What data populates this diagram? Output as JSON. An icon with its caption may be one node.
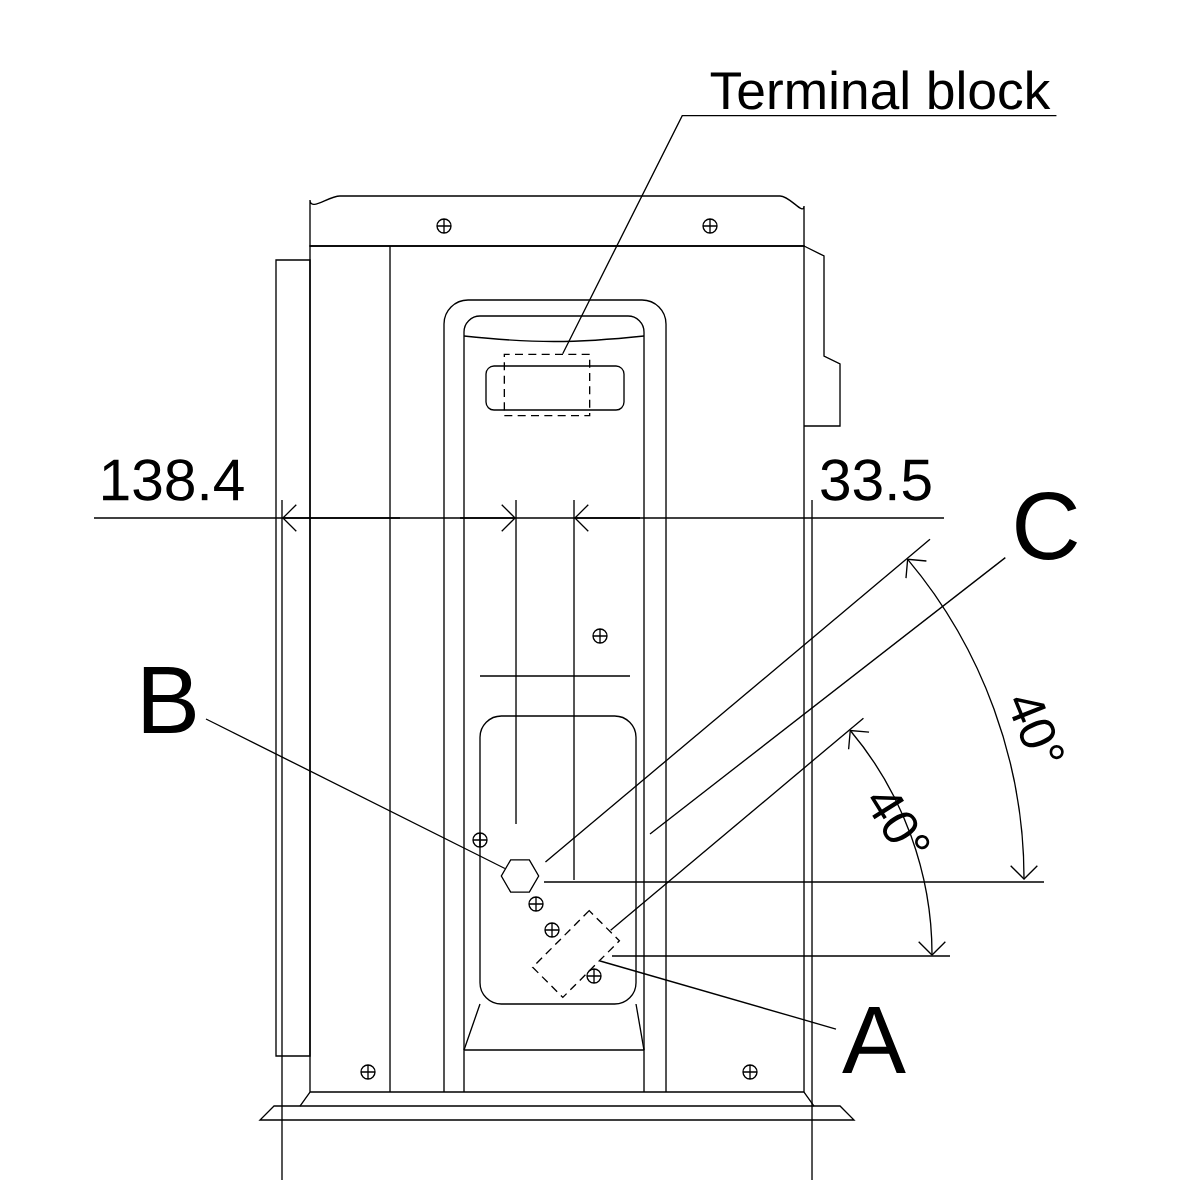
{
  "diagram": {
    "nodes": [
      {
        "text": [
          "Terminal block"
        ]
      },
      {
        "text": [],
        "shape": "box"
      },
      {
        "text": [
          "B"
        ]
      },
      {
        "text": [],
        "shape": "hexagon"
      },
      {
        "text": [
          "C"
        ]
      },
      {
        "text": [
          "A"
        ]
      },
      {
        "text": [],
        "shape": "box"
      }
    ],
    "edges": [
      {
        "from": 0,
        "to": 1,
        "arrow": "none"
      },
      {
        "from": 2,
        "to": 3,
        "arrow": "none"
      },
      {
        "from": 4,
        "to": null,
        "arrow": "none"
      },
      {
        "from": 5,
        "to": 6,
        "arrow": "none"
      }
    ],
    "labels": [
      "138.4",
      "33.5",
      "40°",
      "40°"
    ]
  }
}
